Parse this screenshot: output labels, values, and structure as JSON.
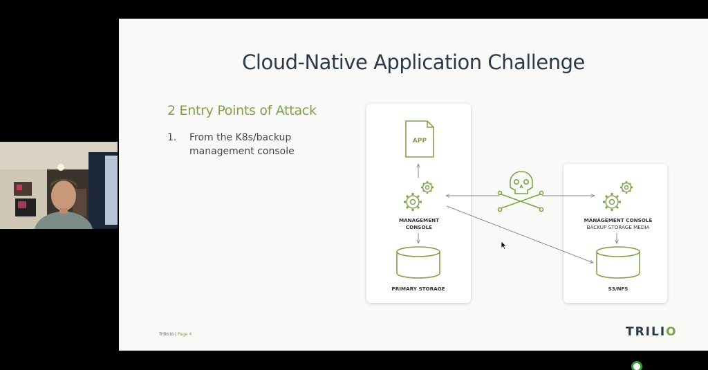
{
  "slide": {
    "title": "Cloud-Native Application Challenge",
    "section_heading": "2 Entry Points of Attack",
    "list": [
      {
        "number": "1.",
        "text": "From the K8s/backup management console"
      }
    ],
    "diagram": {
      "app_label": "APP",
      "left_console_line1": "MANAGEMENT",
      "left_console_line2": "CONSOLE",
      "primary_storage_label": "PRIMARY STORAGE",
      "right_console_line1": "MANAGEMENT CONSOLE",
      "right_console_line2": "BACKUP STORAGE MEDIA",
      "right_storage_label": "S3/NFS"
    },
    "footer": {
      "site": "Trilio.io",
      "separator": "|",
      "page": "Page 4"
    },
    "logo": {
      "text_main": "TRILI",
      "text_accent": "O"
    }
  },
  "colors": {
    "accent_green": "#7ea24a",
    "title_navy": "#2b3a48",
    "arrow_gray": "#8a8a8a"
  },
  "icons": [
    "file-icon",
    "gears-icon",
    "database-icon",
    "skull-crossbones-icon",
    "cursor-icon",
    "webcam-participant"
  ]
}
